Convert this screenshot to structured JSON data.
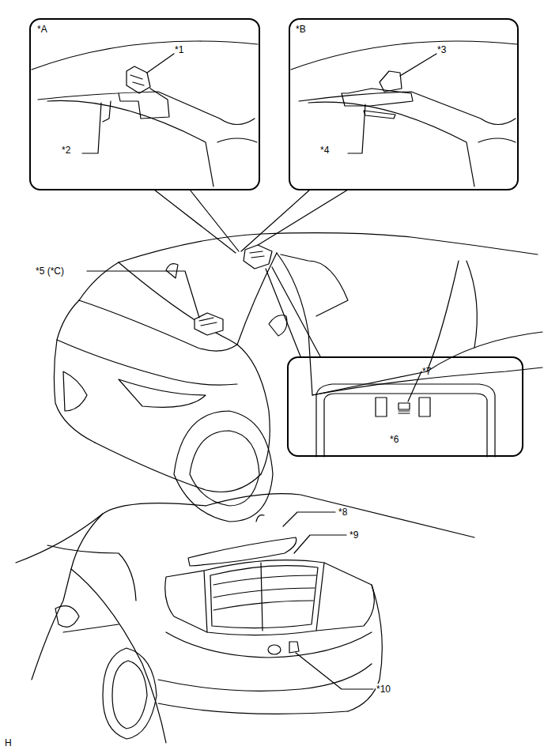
{
  "diagram": {
    "nodes": [
      {
        "text": [
          "*A",
          "*1",
          "*2"
        ]
      },
      {
        "text": [
          "*B",
          "*3",
          "*4"
        ]
      },
      {
        "text": [
          "*7",
          "*6"
        ]
      }
    ],
    "labels": [
      "*5 (*C)",
      "*8",
      "*9",
      "*10",
      "H"
    ]
  }
}
